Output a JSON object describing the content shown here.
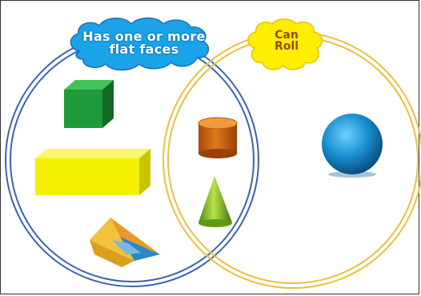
{
  "diagram": {
    "type": "venn",
    "sets": [
      {
        "label_lines": [
          "Has one or more",
          "flat faces"
        ],
        "cloud_color": "#1aa3e8",
        "ring_color": "#3a64b0"
      },
      {
        "label_lines": [
          "Can",
          "Roll"
        ],
        "cloud_color": "#ffee00",
        "ring_color": "#e8c040"
      }
    ],
    "shapes": [
      {
        "name": "cube",
        "color": "#1e9a3a",
        "region": "flat-faces-only"
      },
      {
        "name": "rectangular-prism",
        "color": "#f5f000",
        "region": "flat-faces-only"
      },
      {
        "name": "triangular-prism",
        "color": "#f0c040",
        "region": "flat-faces-only"
      },
      {
        "name": "cylinder",
        "color": "#d26a10",
        "region": "both"
      },
      {
        "name": "cone",
        "color": "#7fbf2a",
        "region": "both"
      },
      {
        "name": "sphere",
        "color": "#1a8fd0",
        "region": "can-roll-only"
      }
    ]
  }
}
